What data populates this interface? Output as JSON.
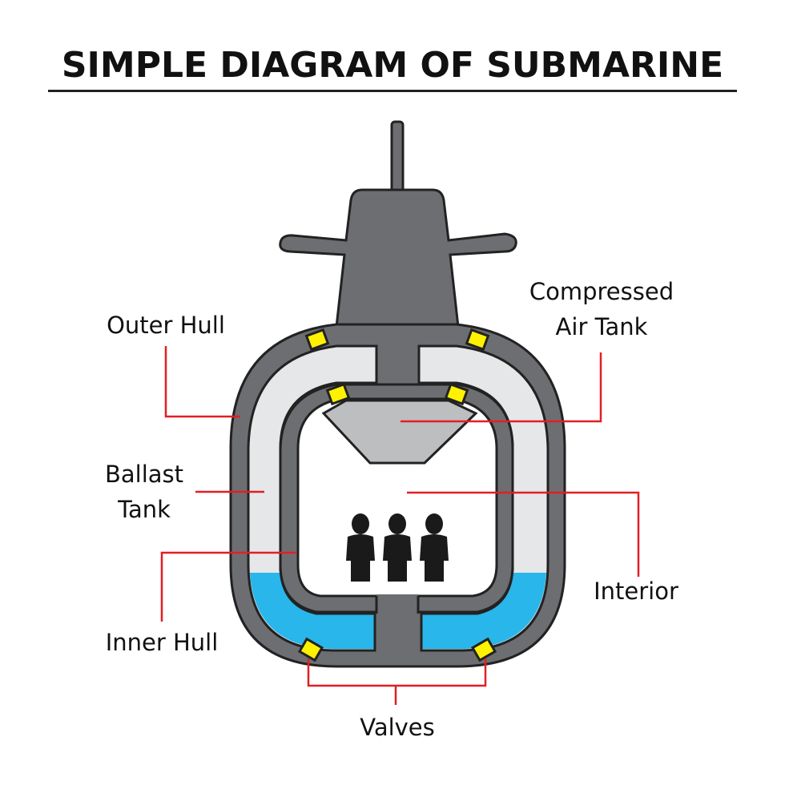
{
  "title": "SIMPLE DIAGRAM OF SUBMARINE",
  "labels": {
    "outer_hull": "Outer Hull",
    "compressed_air_tank_line1": "Compressed",
    "compressed_air_tank_line2": "Air Tank",
    "ballast_tank_line1": "Ballast",
    "ballast_tank_line2": "Tank",
    "interior": "Interior",
    "inner_hull": "Inner Hull",
    "valves": "Valves"
  },
  "colors": {
    "hull": "#6d6e71",
    "ballast_air": "#e6e7e8",
    "ballast_water": "#29b6ea",
    "interior": "#ffffff",
    "compressed_air_tank": "#bcbec0",
    "valve": "#fff200",
    "leader_line": "#e31e24",
    "crew": "#1a1a1a"
  }
}
